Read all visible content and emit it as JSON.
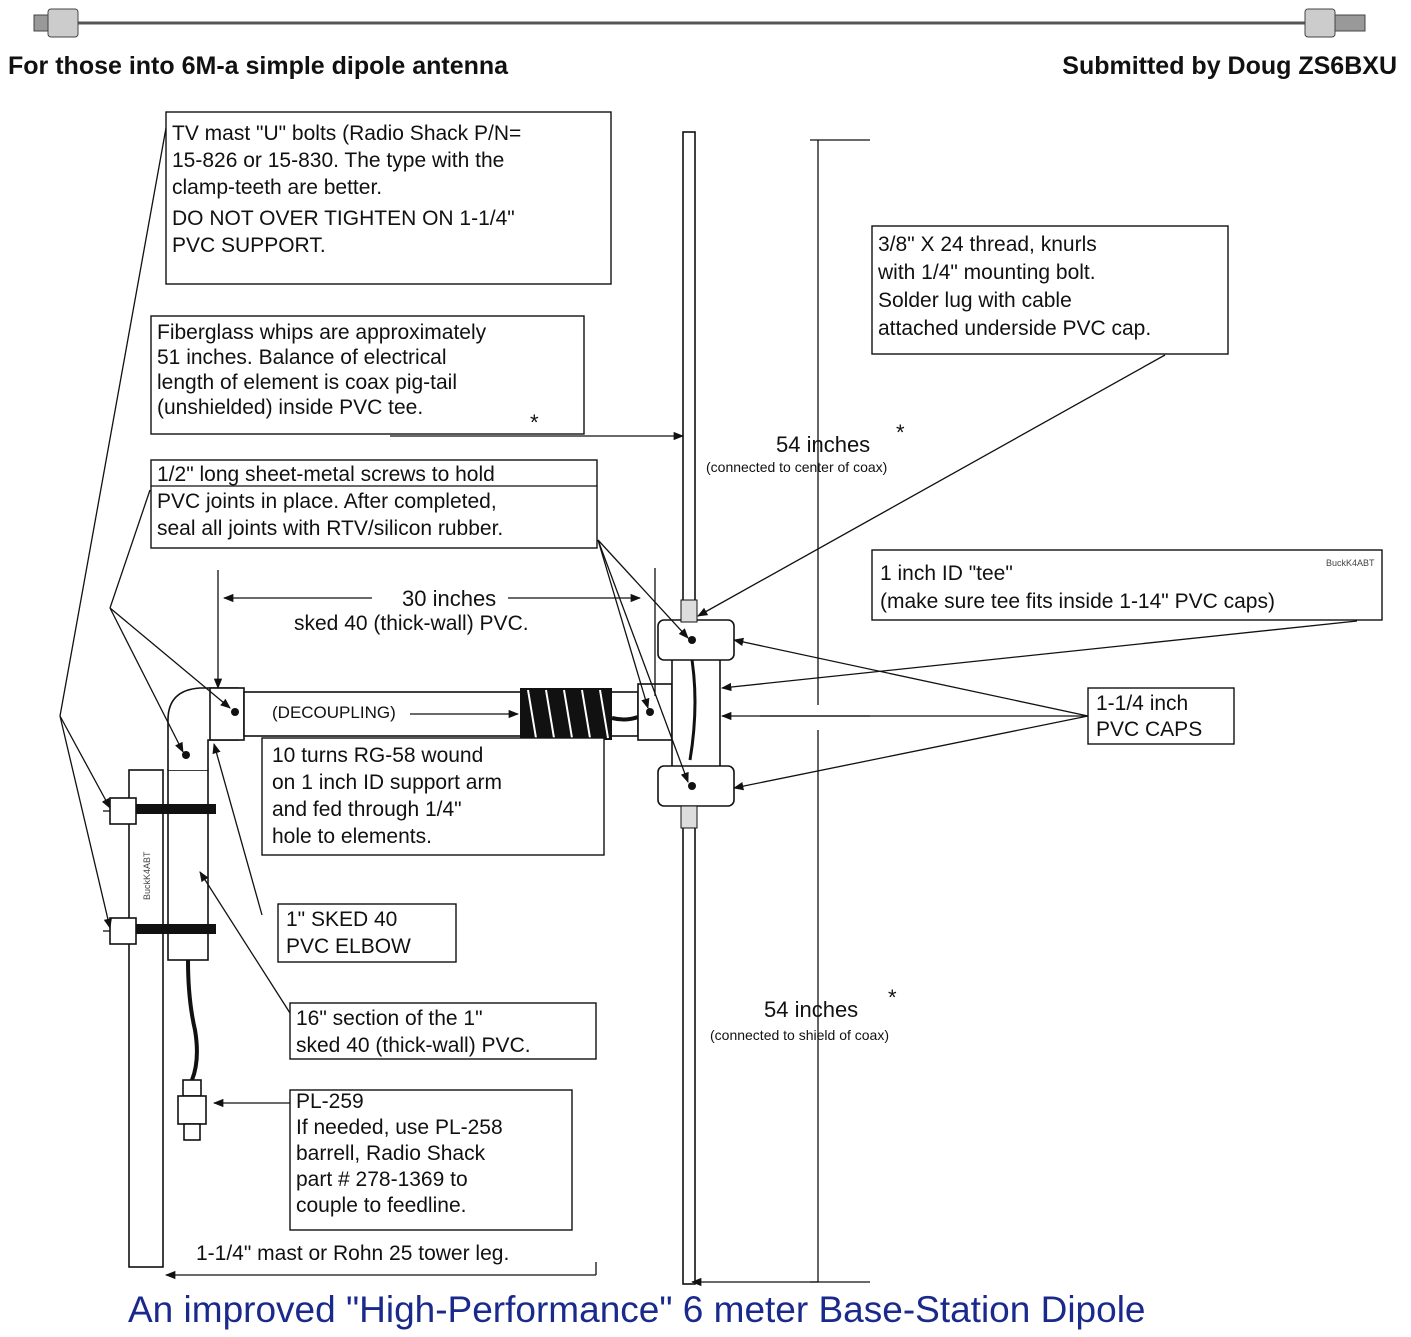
{
  "header": {
    "left": "For those into 6M-a simple dipole antenna",
    "right": "Submitted by Doug ZS6BXU"
  },
  "notes": {
    "ubolts": [
      "TV mast \"U\" bolts (Radio Shack P/N=",
      "15-826 or 15-830. The type with the",
      "clamp-teeth are better.",
      "DO NOT OVER TIGHTEN ON 1-1/4\"",
      "PVC SUPPORT."
    ],
    "whips": [
      "Fiberglass whips are approximately",
      "51 inches.  Balance of electrical",
      "length of element is coax pig-tail",
      "(unshielded) inside PVC tee."
    ],
    "screws": [
      "1/2\" long sheet-metal screws to hold",
      "PVC joints in place.  After completed,",
      "seal all joints with RTV/silicon rubber."
    ],
    "thread": [
      "3/8\" X 24 thread, knurls",
      "with 1/4\" mounting bolt.",
      "Solder lug with cable",
      "attached underside PVC cap."
    ],
    "tee": [
      "1 inch ID \"tee\"",
      "(make sure tee fits inside 1-14\" PVC caps)"
    ],
    "tee_mark": "BuckK4ABT",
    "caps": [
      "1-1/4 inch",
      "PVC CAPS"
    ],
    "coil": [
      "10 turns RG-58 wound",
      "on 1 inch ID support arm",
      "and fed through 1/4\"",
      "hole to elements."
    ],
    "elbow": [
      "1\" SKED 40",
      "PVC ELBOW"
    ],
    "section": [
      "16\" section of the 1\"",
      "sked 40 (thick-wall) PVC."
    ],
    "pl259": [
      "PL-259",
      "If needed, use PL-258",
      "barrell, Radio Shack",
      "part # 278-1369 to",
      "couple to feedline."
    ],
    "mast": "1-1/4\" mast or Rohn 25 tower leg."
  },
  "dimensions": {
    "arm_length": "30 inches",
    "arm_material": "sked 40 (thick-wall) PVC.",
    "decoupling": "(DECOUPLING)",
    "upper_len": "54 inches",
    "upper_note": "(connected to center of coax)",
    "lower_len": "54 inches",
    "lower_note": "(connected to shield of coax)",
    "asterisk": "*"
  },
  "mast_mark": "BuckK4ABT",
  "title": "An improved \"High-Performance\" 6 meter Base-Station Dipole"
}
